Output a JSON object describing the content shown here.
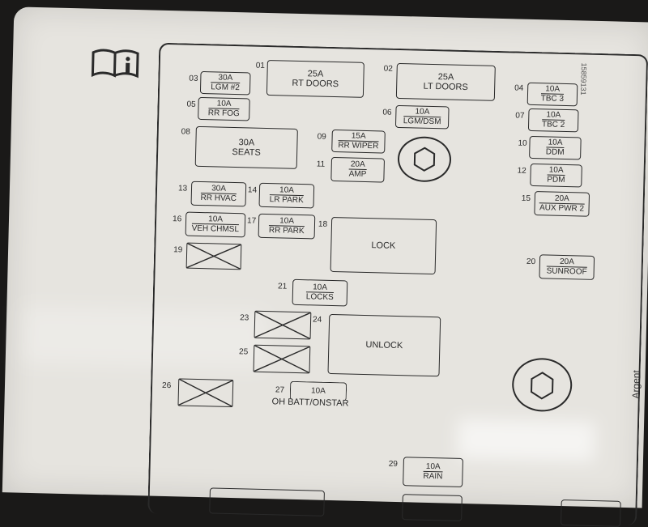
{
  "label_code": "15859131",
  "brand": "Argent",
  "fuses": [
    {
      "id": "01",
      "rating": "25A",
      "name": "RT DOORS"
    },
    {
      "id": "02",
      "rating": "25A",
      "name": "LT DOORS"
    },
    {
      "id": "03",
      "rating": "30A",
      "name": "LGM #2"
    },
    {
      "id": "04",
      "rating": "10A",
      "name": "TBC 3"
    },
    {
      "id": "05",
      "rating": "10A",
      "name": "RR FOG"
    },
    {
      "id": "06",
      "rating": "10A",
      "name": "LGM/DSM"
    },
    {
      "id": "07",
      "rating": "10A",
      "name": "TBC 2"
    },
    {
      "id": "08",
      "rating": "30A",
      "name": "SEATS"
    },
    {
      "id": "09",
      "rating": "15A",
      "name": "RR WIPER"
    },
    {
      "id": "10",
      "rating": "10A",
      "name": "DDM"
    },
    {
      "id": "11",
      "rating": "20A",
      "name": "AMP"
    },
    {
      "id": "12",
      "rating": "10A",
      "name": "PDM"
    },
    {
      "id": "13",
      "rating": "30A",
      "name": "RR HVAC"
    },
    {
      "id": "14",
      "rating": "10A",
      "name": "LR PARK"
    },
    {
      "id": "15",
      "rating": "20A",
      "name": "AUX PWR 2"
    },
    {
      "id": "16",
      "rating": "10A",
      "name": "VEH CHMSL"
    },
    {
      "id": "17",
      "rating": "10A",
      "name": "RR PARK"
    },
    {
      "id": "18",
      "rating": "",
      "name": "LOCK"
    },
    {
      "id": "19",
      "rating": "",
      "name": ""
    },
    {
      "id": "20",
      "rating": "20A",
      "name": "SUNROOF"
    },
    {
      "id": "21",
      "rating": "10A",
      "name": "LOCKS"
    },
    {
      "id": "23",
      "rating": "",
      "name": ""
    },
    {
      "id": "24",
      "rating": "",
      "name": "UNLOCK"
    },
    {
      "id": "25",
      "rating": "",
      "name": ""
    },
    {
      "id": "26",
      "rating": "",
      "name": ""
    },
    {
      "id": "27",
      "rating": "10A",
      "name": "OH BATT/ONSTAR"
    },
    {
      "id": "29",
      "rating": "10A",
      "name": "RAIN"
    }
  ]
}
